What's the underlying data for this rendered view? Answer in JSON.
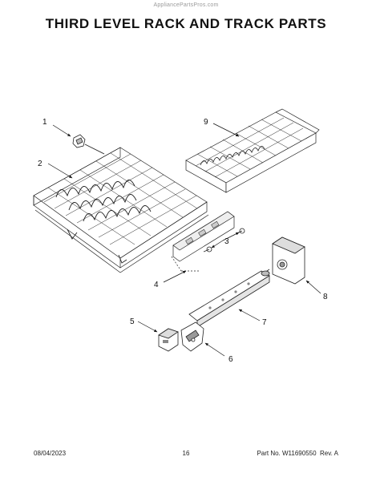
{
  "header": {
    "watermark": "AppliancePartsPros.com",
    "title": "THIRD LEVEL RACK AND TRACK PARTS"
  },
  "callouts": [
    "1",
    "2",
    "3",
    "4",
    "5",
    "6",
    "7",
    "8",
    "9"
  ],
  "footer": {
    "date": "08/04/2023",
    "page": "16",
    "part_number": "Part No. W11690550",
    "revision": "Rev. A"
  }
}
